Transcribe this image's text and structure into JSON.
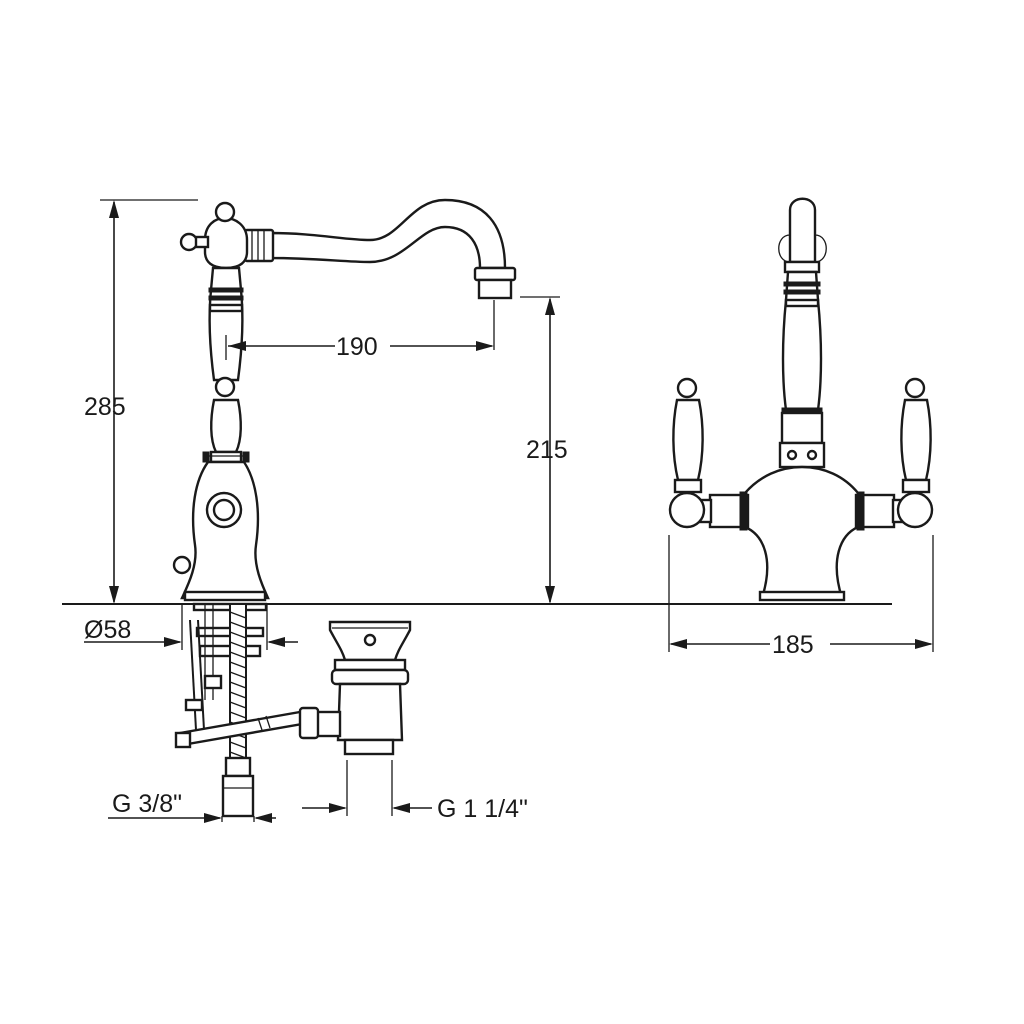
{
  "dimensions": {
    "total_height": "285",
    "spout_reach": "190",
    "spout_height": "215",
    "base_diameter": "Ø58",
    "overall_width": "185",
    "inlet_thread": "G 3/8\"",
    "waste_thread": "G 1 1/4\""
  },
  "colors": {
    "line": "#1a1a1a",
    "background": "#ffffff"
  }
}
